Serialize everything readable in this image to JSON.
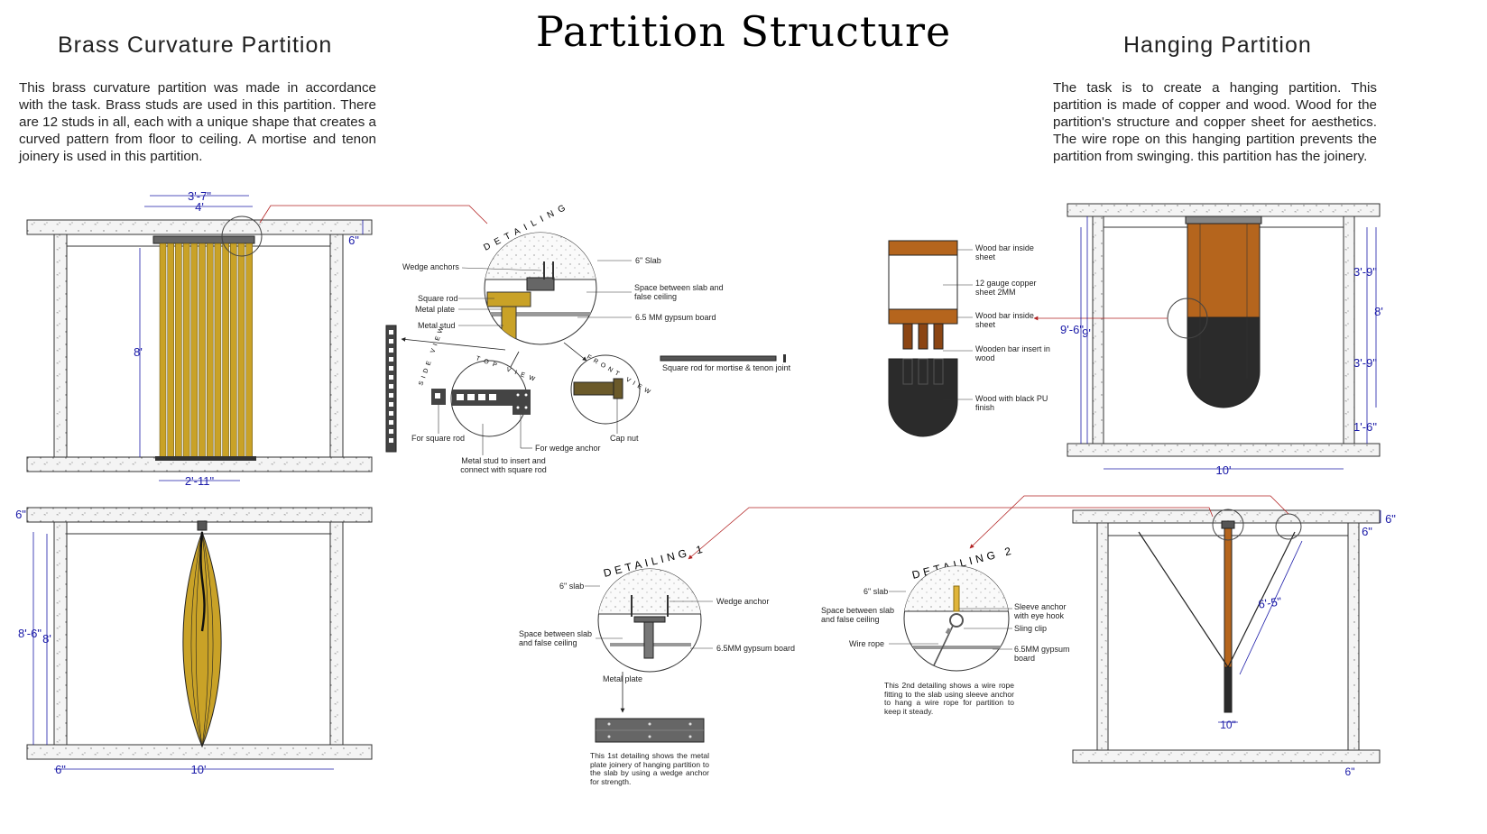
{
  "title": "Partition Structure",
  "left": {
    "heading": "Brass Curvature Partition",
    "description": "This brass curvature partition was made in accordance with the task. Brass studs are used in this partition. There are 12 studs in all, each with a unique shape that creates a curved pattern from floor to ceiling. A mortise and tenon joinery is used in this partition.",
    "front_dims": {
      "top1": "3'-7\"",
      "top2": "4'",
      "right": "6\"",
      "height": "8'",
      "bottom": "2'-11\""
    },
    "side_dims": {
      "top_left": "6\"",
      "outer_height": "8'-6\"",
      "inner_height": "8'",
      "bottom_left": "6\"",
      "bottom": "10'"
    }
  },
  "right": {
    "heading": "Hanging Partition",
    "description": "The task is to create a hanging partition. This partition is made of copper and wood. Wood for the partition's structure and copper sheet for aesthetics. The wire rope on this hanging partition prevents the partition from swinging. this partition has the joinery.",
    "front_dims": {
      "d1": "3'-9\"",
      "d2": "8'",
      "d3": "3'-9\"",
      "d4": "1'-6\"",
      "left": "9'-6\"",
      "left2": "9'",
      "bottom": "10'"
    },
    "side_dims": {
      "top_right": "6\"",
      "top_right2": "6\"",
      "diag": "6'-5\"",
      "bottom_mid": "10\"",
      "bottom_right": "6\""
    }
  },
  "detailing_a": {
    "label": "DETAILING",
    "slab": "6\" Slab",
    "wedge": "Wedge anchors",
    "space": "Space between slab and false ceiling",
    "square_rod": "Square rod",
    "metal_plate": "Metal plate",
    "gypsum": "6.5 MM gypsum board",
    "metal_stud": "Metal stud",
    "top_view": "TOP VIEW",
    "side_view": "SIDE VIEW",
    "front_view": "FRONT VIEW",
    "sq_rod_mortise": "Square rod for mortise & tenon joint",
    "for_square_rod": "For square rod",
    "for_wedge": "For wedge anchor",
    "cap_nut": "Cap nut",
    "metal_stud_insert": "Metal stud to insert and connect with square rod"
  },
  "materials": {
    "wood_bar": "Wood bar inside sheet",
    "copper": "12 gauge copper sheet 2MM",
    "wood_bar2": "Wood bar inside sheet",
    "wood_insert": "Wooden bar insert in wood",
    "black_pu": "Wood with black PU finish"
  },
  "detailing_1": {
    "label": "DETAILING 1",
    "slab": "6\" slab",
    "wedge": "Wedge anchor",
    "space": "Space between slab and false ceiling",
    "gypsum": "6.5MM gypsum board",
    "metal_plate": "Metal plate",
    "caption": "This 1st detailing shows the metal plate joinery of hanging partition to the slab by using a wedge anchor for strength."
  },
  "detailing_2": {
    "label": "DETAILING 2",
    "slab": "6\" slab",
    "space": "Space between slab and false ceiling",
    "wire": "Wire rope",
    "sleeve": "Sleeve anchor with eye hook",
    "sling": "Sling clip",
    "gypsum": "6.5MM gypsum board",
    "caption": "This 2nd detailing shows a wire rope fitting to the slab using sleeve anchor to hang a wire rope for partition to keep it steady."
  },
  "colors": {
    "brass": "#c9a227",
    "copper": "#b5651d",
    "black": "#2b2b2b",
    "dim": "#1a1aa8",
    "leader": "#b22222"
  }
}
